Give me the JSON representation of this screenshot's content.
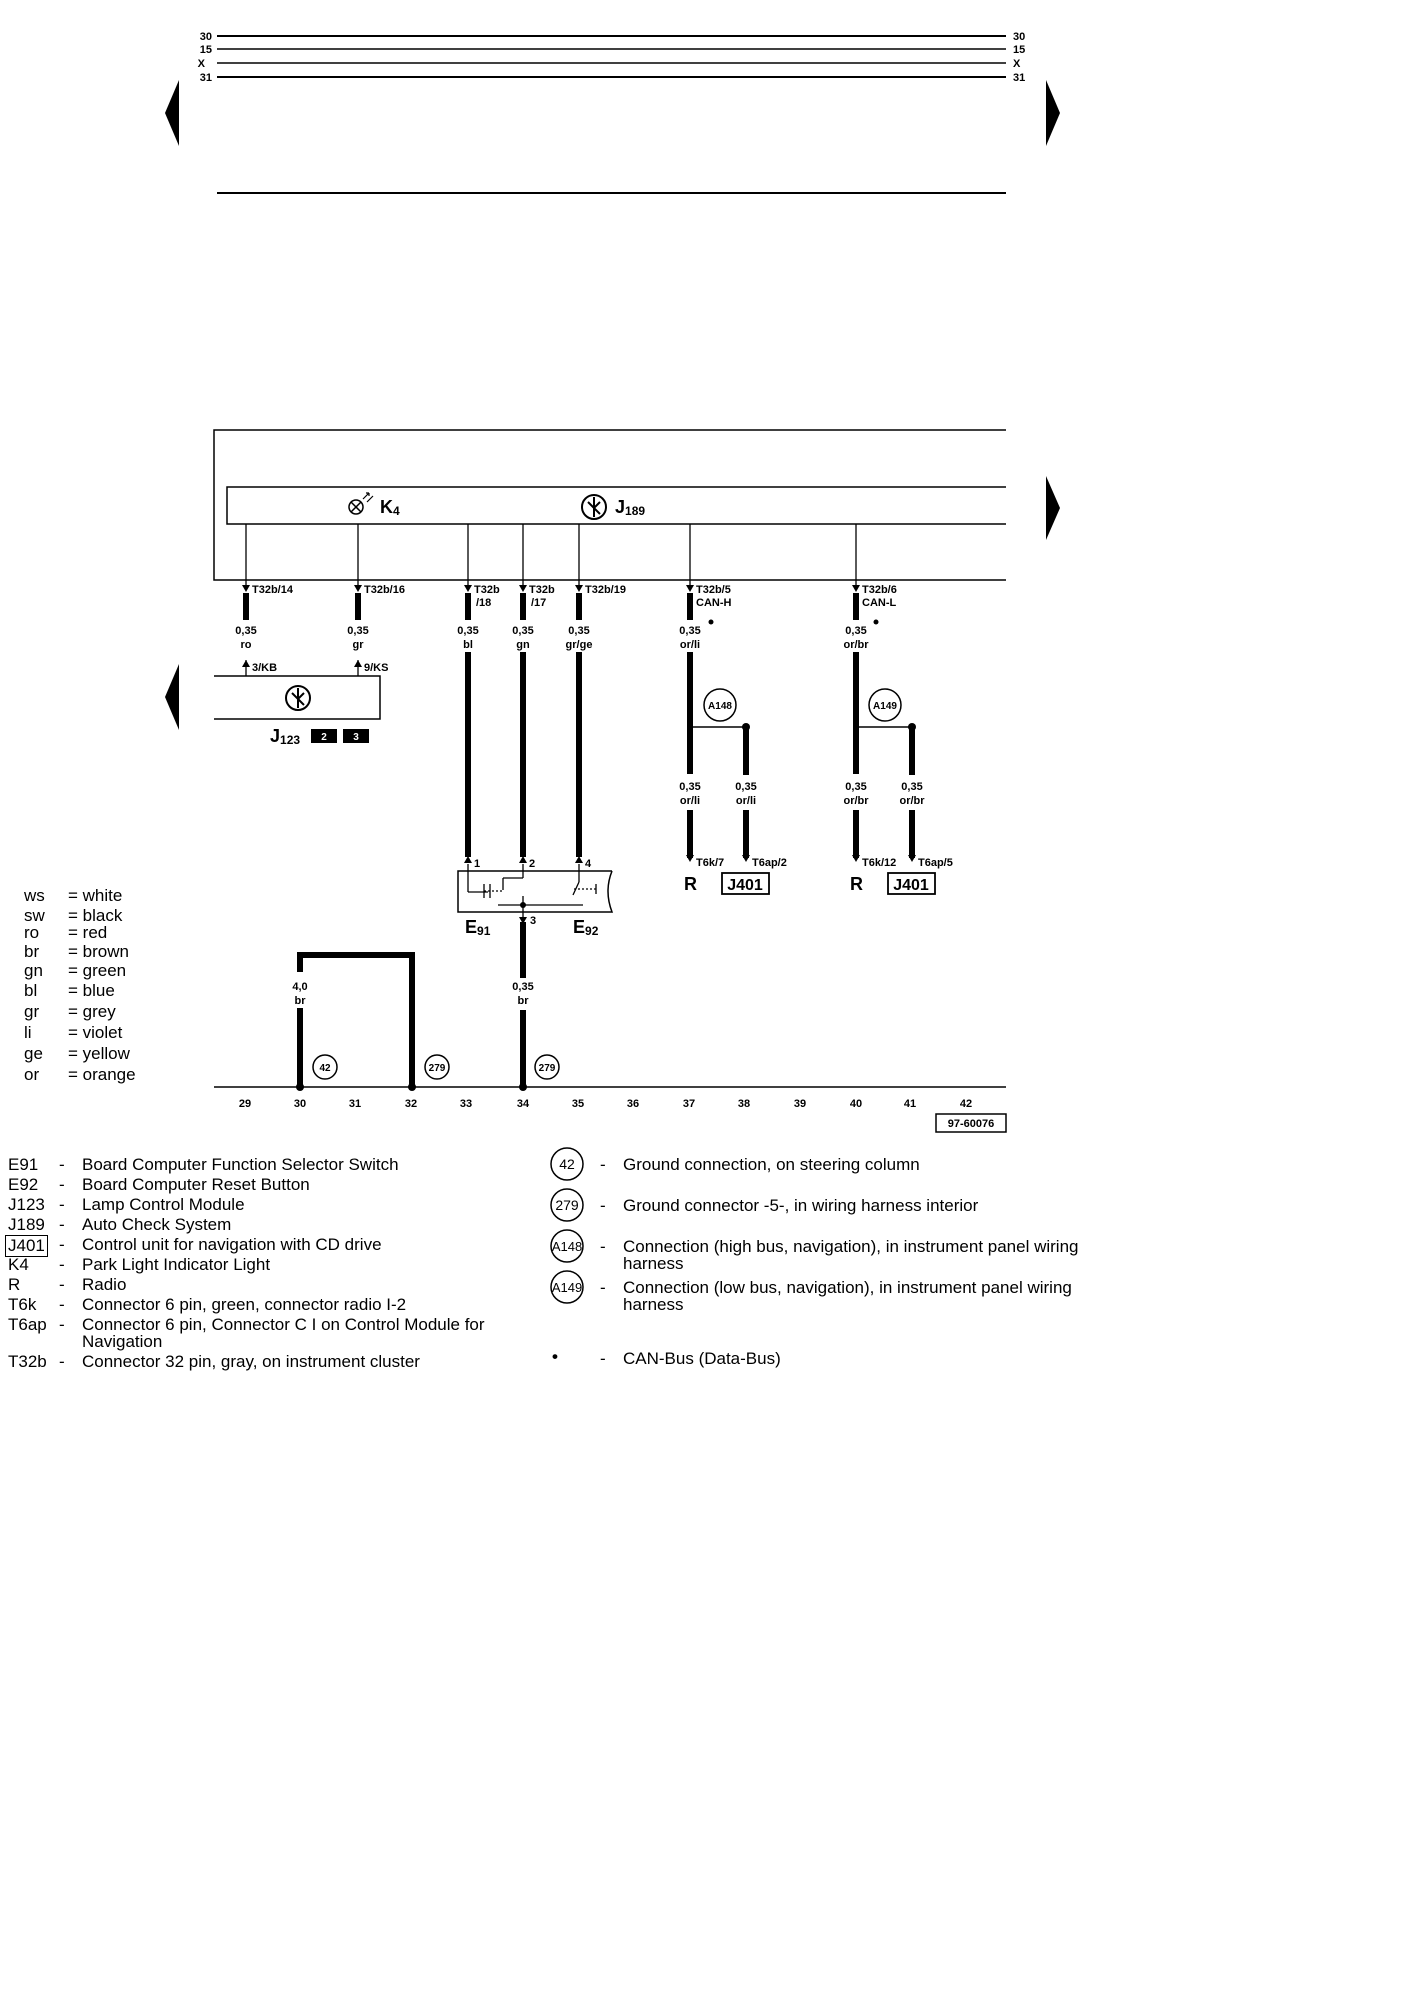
{
  "bus_lines": [
    "30",
    "15",
    "X",
    "31"
  ],
  "components": {
    "k4": {
      "code": "K",
      "sub": "4"
    },
    "j189": {
      "code": "J",
      "sub": "189"
    },
    "j123": {
      "code": "J",
      "sub": "123",
      "tags": [
        "2",
        "3"
      ]
    },
    "e91": {
      "code": "E",
      "sub": "91"
    },
    "e92": {
      "code": "E",
      "sub": "92"
    }
  },
  "instrument_cluster_pins": [
    {
      "pin": "T32b/14",
      "section": "",
      "wire_size": "0,35",
      "color": "ro",
      "dest_pin": "3/KB"
    },
    {
      "pin": "T32b/16",
      "section": "",
      "wire_size": "0,35",
      "color": "gr",
      "dest_pin": "9/KS"
    },
    {
      "pin": "T32b",
      "pin2": "/18",
      "section": "",
      "wire_size": "0,35",
      "color": "bl",
      "dest_pin": "1"
    },
    {
      "pin": "T32b",
      "pin2": "/17",
      "section": "",
      "wire_size": "0,35",
      "color": "gn",
      "dest_pin": "2"
    },
    {
      "pin": "T32b/19",
      "section": "",
      "wire_size": "0,35",
      "color": "gr/ge",
      "dest_pin": "4"
    },
    {
      "pin": "T32b/5",
      "signal": "CAN-H",
      "wire_size": "0,35",
      "color": "or/li"
    },
    {
      "pin": "T32b/6",
      "signal": "CAN-L",
      "wire_size": "0,35",
      "color": "or/br"
    }
  ],
  "can_branches": [
    {
      "connection": "A148",
      "left": {
        "wire_size": "0,35",
        "color": "or/li",
        "pin": "T6k/7",
        "target": "R"
      },
      "right": {
        "wire_size": "0,35",
        "color": "or/li",
        "pin": "T6ap/2",
        "target": "J401"
      }
    },
    {
      "connection": "A149",
      "left": {
        "wire_size": "0,35",
        "color": "or/br",
        "pin": "T6k/12",
        "target": "R"
      },
      "right": {
        "wire_size": "0,35",
        "color": "or/br",
        "pin": "T6ap/5",
        "target": "J401"
      }
    }
  ],
  "switch_ground": {
    "pin": "3",
    "wire_size": "0,35",
    "color": "br",
    "ground": "279"
  },
  "ground_loop": {
    "wire_size": "4,0",
    "color": "br",
    "ground_left": "42",
    "ground_right": "279"
  },
  "track_numbers": [
    "29",
    "30",
    "31",
    "32",
    "33",
    "34",
    "35",
    "36",
    "37",
    "38",
    "39",
    "40",
    "41",
    "42"
  ],
  "drawing_id": "97-60076",
  "color_legend": [
    {
      "code": "ws",
      "name": "white"
    },
    {
      "code": "sw",
      "name": "black"
    },
    {
      "code": "ro",
      "name": "red"
    },
    {
      "code": "br",
      "name": "brown"
    },
    {
      "code": "gn",
      "name": "green"
    },
    {
      "code": "bl",
      "name": "blue"
    },
    {
      "code": "gr",
      "name": "grey"
    },
    {
      "code": "li",
      "name": "violet"
    },
    {
      "code": "ge",
      "name": "yellow"
    },
    {
      "code": "or",
      "name": "orange"
    }
  ],
  "component_legend": [
    {
      "code": "E91",
      "desc": "Board Computer Function Selector Switch"
    },
    {
      "code": "E92",
      "desc": "Board Computer Reset Button"
    },
    {
      "code": "J123",
      "desc": "Lamp Control Module"
    },
    {
      "code": "J189",
      "desc": "Auto Check System"
    },
    {
      "code": "J401",
      "desc": "Control unit for navigation with CD drive",
      "boxed": true
    },
    {
      "code": "K4",
      "desc": "Park Light Indicator Light"
    },
    {
      "code": "R",
      "desc": "Radio"
    },
    {
      "code": "T6k",
      "desc": "Connector 6 pin, green, connector radio I-2"
    },
    {
      "code": "T6ap",
      "desc": "Connector 6 pin, Connector C I on Control Module for",
      "desc2": "Navigation"
    },
    {
      "code": "T32b",
      "desc": "Connector 32 pin, gray, on instrument cluster"
    }
  ],
  "ground_legend": [
    {
      "symbol": "42",
      "desc": "Ground connection, on steering column"
    },
    {
      "symbol": "279",
      "desc": "Ground connector -5-, in wiring harness interior"
    },
    {
      "symbol": "A148",
      "desc": "Connection (high bus, navigation), in instrument panel wiring",
      "desc2": "harness"
    },
    {
      "symbol": "A149",
      "desc": "Connection (low bus, navigation), in instrument panel wiring",
      "desc2": "harness"
    },
    {
      "symbol": "•",
      "desc": "CAN-Bus (Data-Bus)"
    }
  ],
  "legend_dash": "-"
}
